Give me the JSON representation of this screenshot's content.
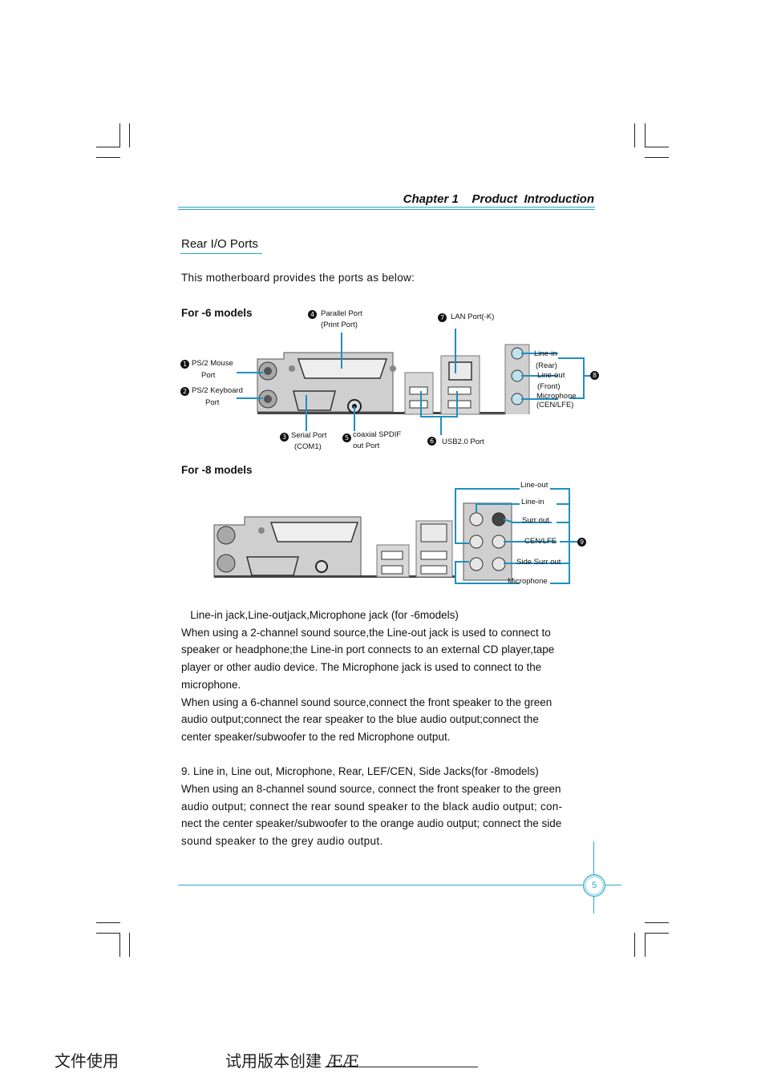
{
  "header": {
    "chapter": "Chapter 1    Product  Introduction"
  },
  "section": {
    "title": "Rear I/O Ports",
    "intro": "This motherboard provides the ports as below:"
  },
  "models": {
    "six": {
      "label": "For -6 models",
      "callouts": [
        {
          "num": "1",
          "lines": [
            "PS/2 Mouse",
            "Port"
          ]
        },
        {
          "num": "2",
          "lines": [
            "PS/2 Keyboard",
            "Port"
          ]
        },
        {
          "num": "3",
          "lines": [
            "Serial Port",
            "(COM1)"
          ]
        },
        {
          "num": "4",
          "lines": [
            "Parallel Port",
            "(Print Port)"
          ]
        },
        {
          "num": "5",
          "lines": [
            "coaxial SPDIF",
            "out Port"
          ]
        },
        {
          "num": "6",
          "lines": [
            "USB2.0 Port"
          ]
        },
        {
          "num": "7",
          "lines": [
            "LAN Port(-K)"
          ]
        },
        {
          "num": "8",
          "lines": []
        }
      ],
      "audio_labels": [
        "Line-in",
        "(Rear)",
        "Line-out",
        "(Front)",
        "Microphone",
        "(CEN/LFE)"
      ]
    },
    "eight": {
      "label": "For -8 models",
      "audio_labels": [
        "Line-out",
        "Line-in",
        "Surr out",
        "CEN/LFE",
        "Side Surr out",
        "Microphone"
      ],
      "callout_num": "9"
    }
  },
  "body": {
    "p1_title": "   Line-in jack,Line-outjack,Microphone jack (for -6models)",
    "p1_lines": [
      "When using a 2-channel sound source,the Line-out  jack is used to connect to",
      "speaker or headphone;the Line-in port connects to an external CD player,tape",
      "player or other audio device. The Microphone jack is used to connect to the",
      "microphone.",
      "When using a 6-channel sound source,connect the front speaker to the green",
      "audio output;connect  the rear speaker to the blue audio output;connect the",
      "center speaker/subwoofer to the red Microphone output."
    ],
    "p2_title": "9. Line in, Line out, Microphone, Rear, LEF/CEN, Side Jacks(for -8models)",
    "p2_lines": [
      "When using an 8-channel sound source, connect the front speaker to the green",
      "audio output; connect the rear sound speaker to the black audio output; con-",
      "nect the center speaker/subwoofer to the orange audio output; connect the side",
      "sound speaker to the grey audio output."
    ]
  },
  "page_number": "5",
  "footer": {
    "left": "文件使用",
    "right": "试用版本创建 ÆÆ"
  },
  "colors": {
    "accent": "#2aa7c9",
    "callout_line": "#1f8fc0"
  }
}
